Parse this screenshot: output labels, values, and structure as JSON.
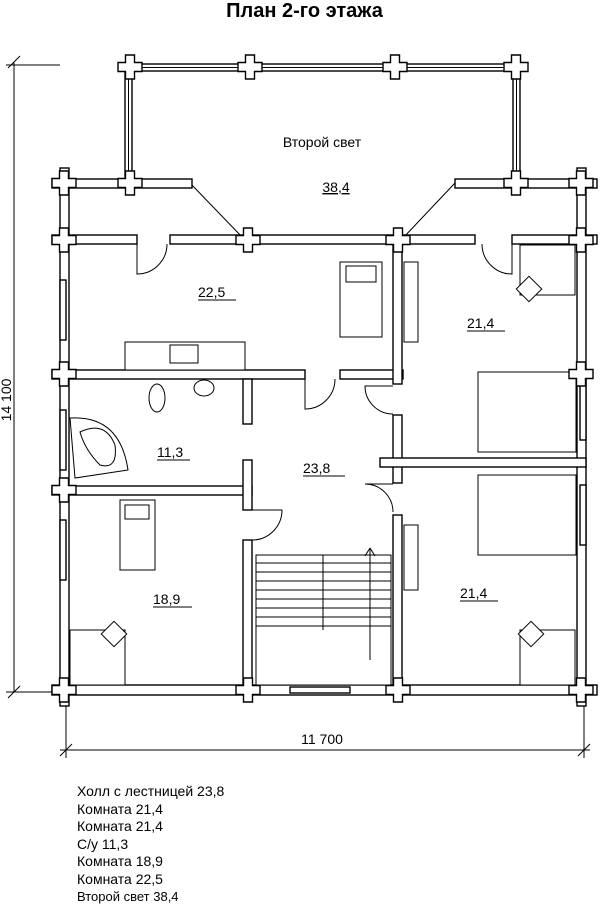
{
  "title": "План 2-го этажа",
  "dimensions": {
    "height": "14 100",
    "width": "11 700"
  },
  "rooms": {
    "second_light_name": "Второй свет",
    "second_light_area": "38,4",
    "room_nw": "22,5",
    "room_ne": "21,4",
    "bathroom": "11,3",
    "hall": "23,8",
    "room_sw": "18,9",
    "room_se": "21,4"
  },
  "legend": [
    "Холл с лестницей 23,8",
    "Комната 21,4",
    "Комната 21,4",
    "С/у 11,3",
    "Комната 18,9",
    "Комната 22,5",
    "Второй свет 38,4"
  ]
}
